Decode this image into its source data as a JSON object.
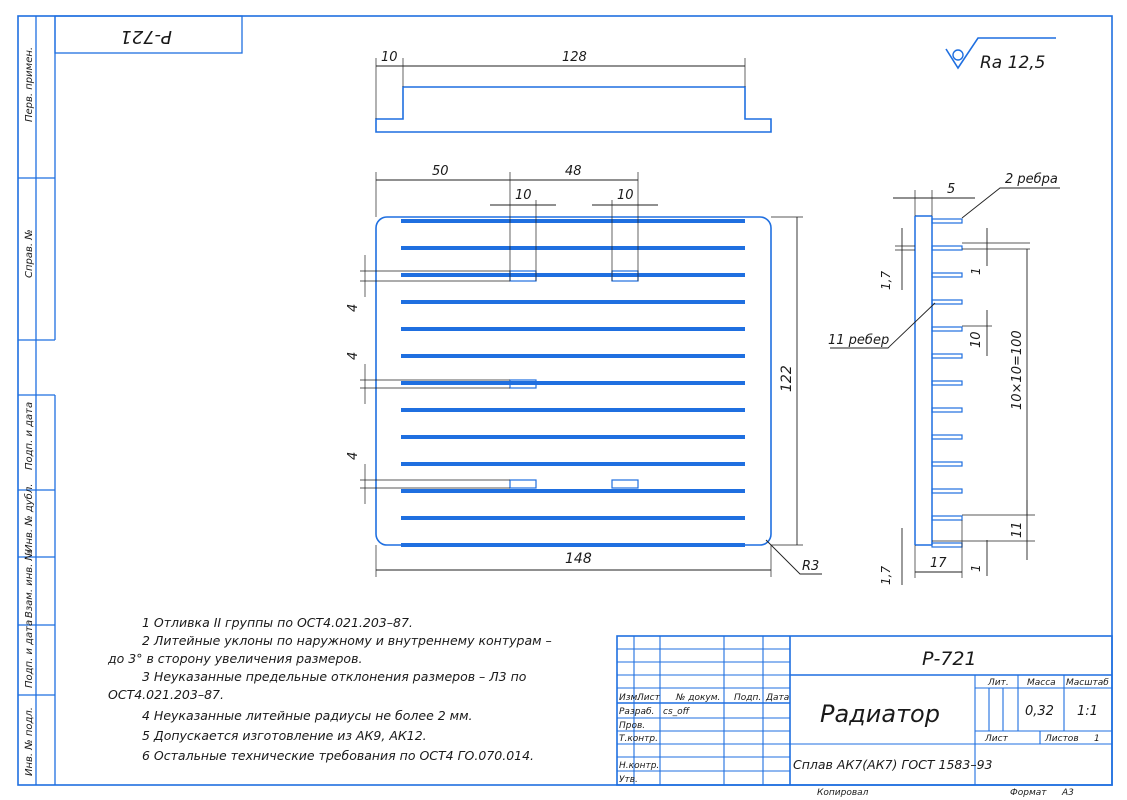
{
  "stamp_rotated": "Р-721",
  "roughness": "Ra 12,5",
  "left_column": [
    "Перв. примен.",
    "Справ. №",
    "Подп. и дата",
    "Инв. № дубл.",
    "Взам. инв. №",
    "Подп. и дата",
    "Инв. № подл."
  ],
  "dims": {
    "top_left": "10",
    "top_len": "128",
    "w50": "50",
    "w48": "48",
    "s10a": "10",
    "s10b": "10",
    "h4a": "4",
    "h4b": "4",
    "h4c": "4",
    "height": "122",
    "width": "148",
    "radius": "R3",
    "side_5": "5",
    "ribs2": "2 ребра",
    "ribs11": "11 ребер",
    "side_17a": "1,7",
    "side_1a": "1",
    "side_10": "10",
    "side_pitch": "10×10=100",
    "side_11": "11",
    "side_17b": "1,7",
    "side_17c": "17",
    "side_1b": "1"
  },
  "notes": [
    "1 Отливка II группы по ОСТ4.021.203–87.",
    "2 Литейные уклоны по наружному и внутреннему контурам –",
    "до 3° в сторону увеличения размеров.",
    "3 Неуказанные предельные отклонения размеров – Л3 по",
    "ОСТ4.021.203–87.",
    "4 Неуказанные литейные радиусы не более 2 мм.",
    "5 Допускается изготовление из АК9, АК12.",
    "6 Остальные технические требования по ОСТ4 ГО.070.014."
  ],
  "title_block": {
    "designation": "Р-721",
    "name": "Радиатор",
    "material": "Сплав АК7(АК7) ГОСТ 1583–93",
    "lit_label": "Лит.",
    "mass_label": "Масса",
    "scale_label": "Масштаб",
    "mass": "0,32",
    "scale": "1:1",
    "sheet_label": "Лист",
    "sheets_label": "Листов",
    "sheets": "1",
    "cols": [
      "Изм.",
      "Лист",
      "№ докум.",
      "Подп.",
      "Дата"
    ],
    "rows": [
      "Разраб.",
      "Пров.",
      "Т.контр.",
      "",
      "Н.контр.",
      "Утв."
    ],
    "developer": "cs_off",
    "copied": "Копировал",
    "format_label": "Формат",
    "format": "А3"
  }
}
